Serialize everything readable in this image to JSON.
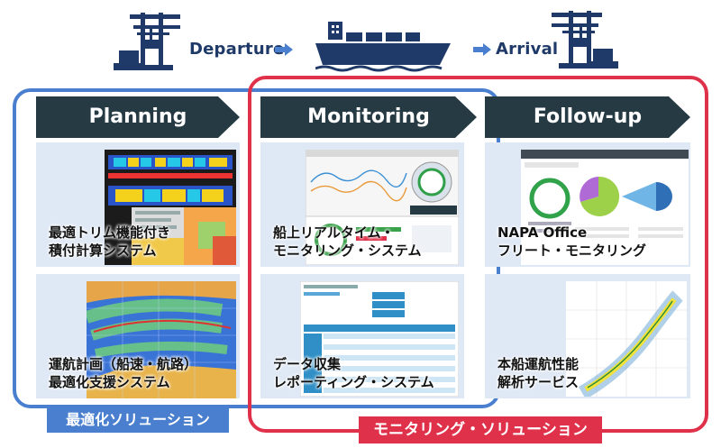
{
  "header": {
    "departure_label": "Departure",
    "arrival_label": "Arrival"
  },
  "phases": {
    "planning": "Planning",
    "monitoring": "Monitoring",
    "followup": "Follow-up"
  },
  "tiles": {
    "trim": {
      "line1": "最適トリム機能付き",
      "line2": "積付計算システム"
    },
    "route": {
      "line1": "運航計画（船速・航路）",
      "line2": "最適化支援システム"
    },
    "onboard": {
      "line1": "船上リアルタイム・",
      "line2": "モニタリング・システム"
    },
    "report": {
      "line1": "データ収集",
      "line2": "レポーティング・システム"
    },
    "fleet": {
      "line1": "NAPA Office",
      "line2": "フリート・モニタリング"
    },
    "analysis": {
      "line1": "本船運航性能",
      "line2": "解析サービス"
    }
  },
  "badges": {
    "optimization": "最適化ソリューション",
    "monitoring": "モニタリング・ソリューション"
  },
  "colors": {
    "navy": "#1f3a68",
    "blue": "#4a7fcf",
    "red": "#e0314a",
    "chevron": "#263a44",
    "tile": "#dfe8f5"
  }
}
